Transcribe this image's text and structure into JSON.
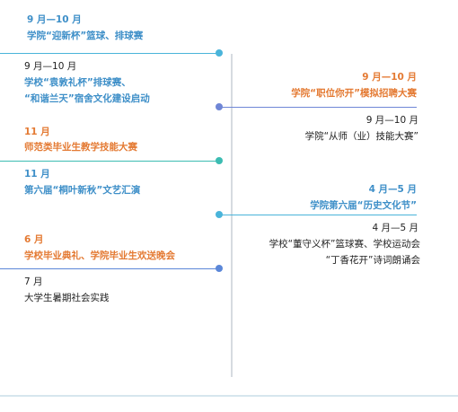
{
  "colors": {
    "blue": "#3e8fc8",
    "orange": "#e47a33",
    "dark": "#222222",
    "axis": "#d6dbe0",
    "dot_cyan": "#4ab4da",
    "dot_indigo": "#6f86d6",
    "dot_teal": "#3cbcb2",
    "dot_royal": "#5b87d8"
  },
  "timeline": {
    "left": [
      {
        "date": "9 月—10 月",
        "lines": [
          "学院“迎新杯”篮球、排球赛"
        ]
      },
      {
        "date": "9 月—10 月",
        "lines": [
          "学校“袁敦礼杯”排球赛、",
          "“和谐兰天”宿舍文化建设启动"
        ]
      },
      {
        "date": "11 月",
        "lines": [
          "师范类毕业生教学技能大赛"
        ]
      },
      {
        "date": "11 月",
        "lines": [
          "第六届“桐叶新秋”文艺汇演"
        ]
      },
      {
        "date": "6 月",
        "lines": [
          "学校毕业典礼、学院毕业生欢送晚会"
        ]
      },
      {
        "date": "7 月",
        "lines": [
          "大学生暑期社会实践"
        ]
      }
    ],
    "right": [
      {
        "date": "9 月—10 月",
        "lines": [
          "学院“职位你开”模拟招聘大赛"
        ]
      },
      {
        "date": "9 月—10 月",
        "lines": [
          "学院“从师（业）技能大赛”"
        ]
      },
      {
        "date": "4 月—5 月",
        "lines": [
          "学院第六届“历史文化节”"
        ]
      },
      {
        "date": "4 月—5 月",
        "lines": [
          "学校“董守义杯”篮球赛、学校运动会",
          "“丁香花开”诗词朗诵会"
        ]
      }
    ]
  }
}
